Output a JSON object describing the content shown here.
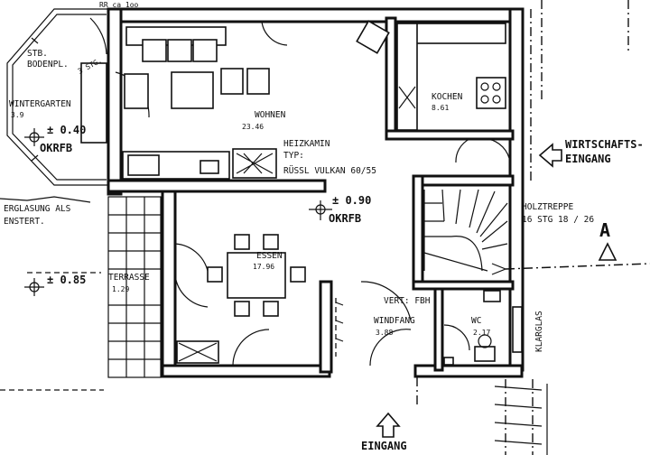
{
  "rooms": {
    "stb_line1": "STB.",
    "stb_line2": "BODENPL.",
    "stb_steps": "3 STG.",
    "wintergarten": "WINTERGARTEN",
    "wintergarten_area": "3.9",
    "wohnen": "WOHNEN",
    "wohnen_area": "23.46",
    "kochen": "KOCHEN",
    "kochen_area": "8.61",
    "essen": "ESSEN",
    "essen_area": "17.96",
    "terrasse": "TERRASSE",
    "terrasse_area": "1.29",
    "windfang": "WINDFANG",
    "windfang_area": "3.88",
    "wc": "WC",
    "wc_area": "2.17"
  },
  "fireplace": {
    "line1": "HEIZKAMIN",
    "line2": "TYP:",
    "line3": "RÜSSL VULKAN 60/55"
  },
  "levels": {
    "center": "± 0.90",
    "center_ref": "OKRFB",
    "left_top": "± 0.40",
    "left_top_ref": "OKRFB",
    "left_bottom": "± 0.85"
  },
  "notes": {
    "glazing_line1": "ERGLASUNG ALS",
    "glazing_line2": "ENSTERT.",
    "top_mark": "RR ca 1oo",
    "stair_line1": "HOLZTREPPE",
    "stair_line2": "16 STG 18 / 26",
    "vert": "VERT: FBH",
    "side_glass": "KLARGLAS",
    "section": "A"
  },
  "entrances": {
    "service_line1": "WIRTSCHAFTS-",
    "service_line2": "EINGANG",
    "main": "EINGANG"
  }
}
